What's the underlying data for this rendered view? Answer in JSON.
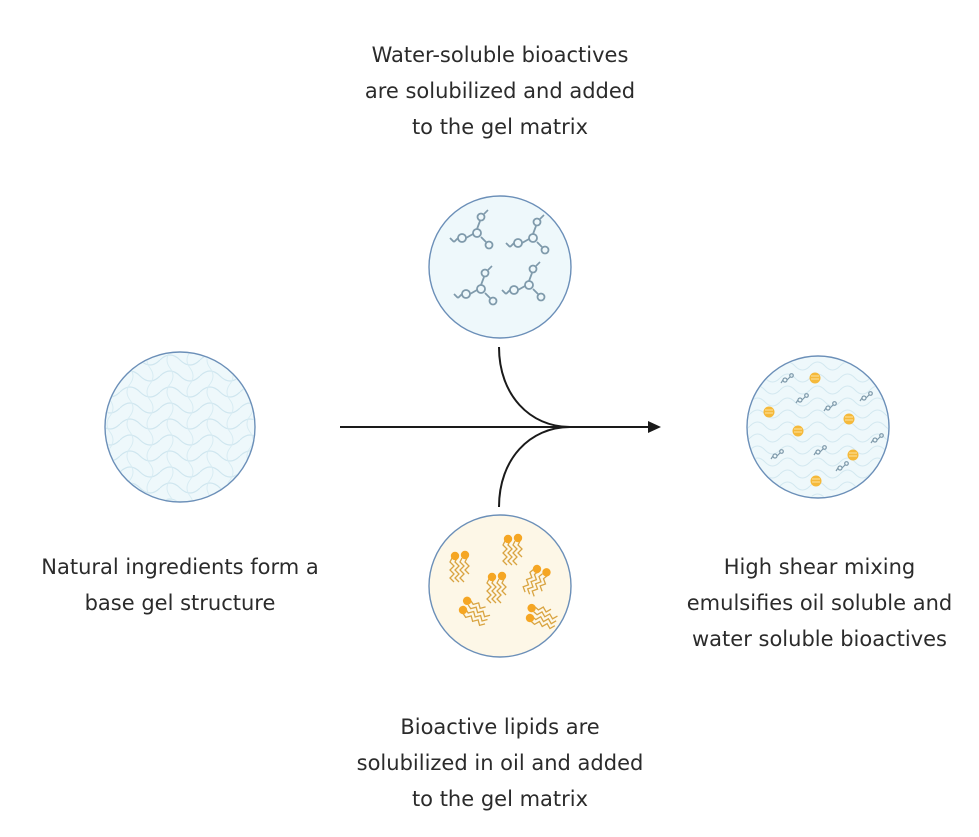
{
  "captions": {
    "water_soluble": [
      "Water-soluble bioactives",
      "are solubilized and added",
      "to the gel matrix"
    ],
    "base_gel": [
      "Natural ingredients form a",
      "base gel structure"
    ],
    "high_shear": [
      "High shear mixing",
      "emulsifies oil soluble and",
      "water soluble bioactives"
    ],
    "lipids": [
      "Bioactive lipids are",
      "solubilized in oil and added",
      "to the gel matrix"
    ]
  },
  "colors": {
    "circle_border": "#6b8fb8",
    "gel_fill": "#eef8fb",
    "gel_pattern": "#cfe6ef",
    "lipid_fill": "#fdf7e7",
    "lipid_head": "#f5a623",
    "lipid_tail": "#d9a441",
    "molecule": "#7f9aab",
    "arrow": "#1a1a1a",
    "text": "#2b2b2b"
  },
  "icons": {
    "base_gel": "gel-matrix-icon",
    "water_soluble": "water-soluble-molecule-icon",
    "lipids": "lipid-molecule-icon",
    "emulsion": "emulsion-icon"
  }
}
